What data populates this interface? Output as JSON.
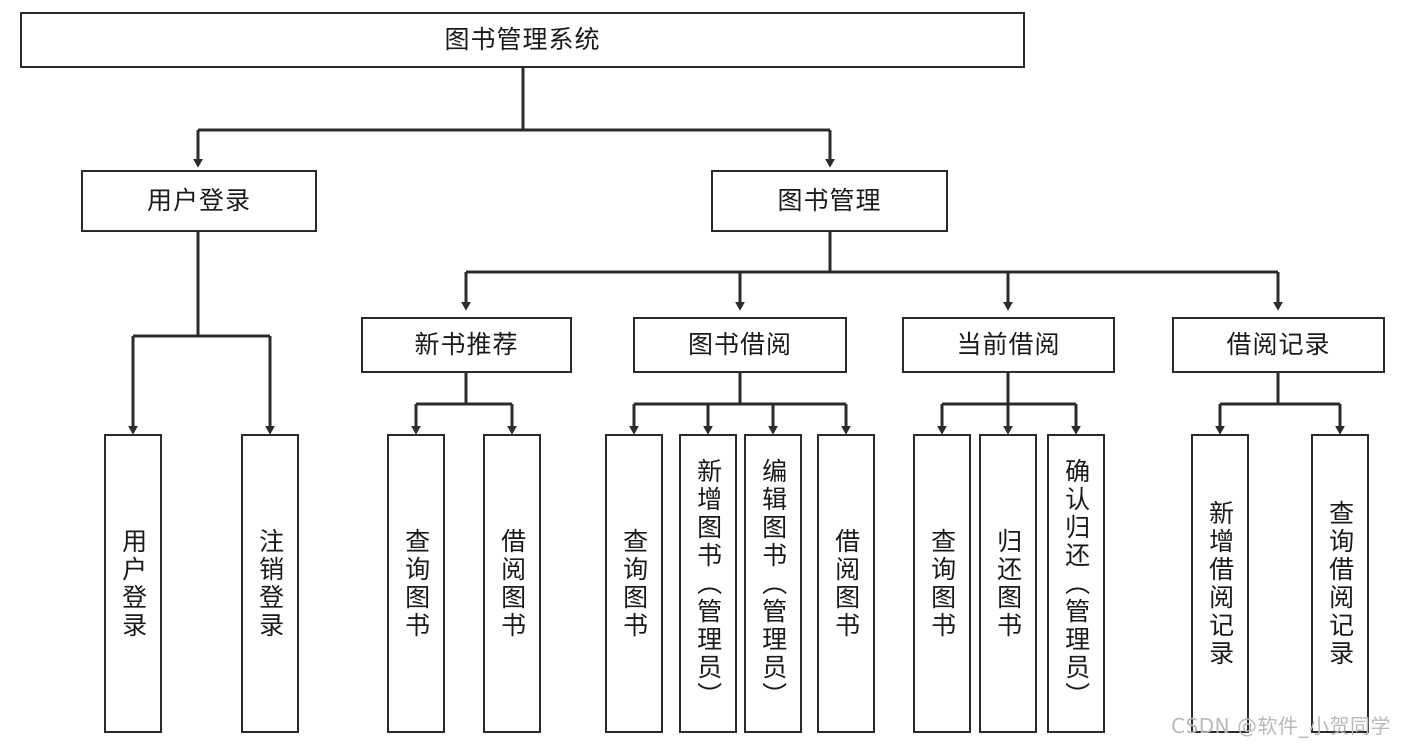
{
  "diagram": {
    "title": "图书管理系统",
    "type": "tree",
    "watermark": "CSDN @软件_小贺同学",
    "colors": {
      "stroke": "#2b2b2b",
      "fill": "#ffffff",
      "text": "#1a1a1a",
      "watermark": "#b9b9b9"
    },
    "root": {
      "label": "图书管理系统"
    },
    "level2": [
      {
        "id": "user-login",
        "label": "用户登录"
      },
      {
        "id": "book-management",
        "label": "图书管理"
      }
    ],
    "level3": [
      {
        "id": "new-book-recommend",
        "label": "新书推荐",
        "parent": "book-management"
      },
      {
        "id": "book-borrow",
        "label": "图书借阅",
        "parent": "book-management"
      },
      {
        "id": "current-borrow",
        "label": "当前借阅",
        "parent": "book-management"
      },
      {
        "id": "borrow-record",
        "label": "借阅记录",
        "parent": "book-management"
      }
    ],
    "leaves": {
      "user-login": [
        {
          "id": "leaf-user-login",
          "label": "用户登录"
        },
        {
          "id": "leaf-user-logout",
          "label": "注销登录"
        }
      ],
      "new-book-recommend": [
        {
          "id": "leaf-query-book-1",
          "label": "查询图书"
        },
        {
          "id": "leaf-borrow-book-1",
          "label": "借阅图书"
        }
      ],
      "book-borrow": [
        {
          "id": "leaf-query-book-2",
          "label": "查询图书"
        },
        {
          "id": "leaf-add-book",
          "label": "新增图书（管理员）"
        },
        {
          "id": "leaf-edit-book",
          "label": "编辑图书（管理员）"
        },
        {
          "id": "leaf-borrow-book-2",
          "label": "借阅图书"
        }
      ],
      "current-borrow": [
        {
          "id": "leaf-query-book-3",
          "label": "查询图书"
        },
        {
          "id": "leaf-return-book",
          "label": "归还图书"
        },
        {
          "id": "leaf-confirm-return",
          "label": "确认归还（管理员）"
        }
      ],
      "borrow-record": [
        {
          "id": "leaf-add-record",
          "label": "新增借阅记录"
        },
        {
          "id": "leaf-query-record",
          "label": "查询借阅记录"
        }
      ]
    }
  }
}
